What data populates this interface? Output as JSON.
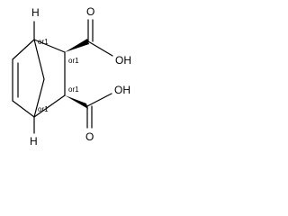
{
  "molecule": {
    "atoms": {
      "h_top": "H",
      "h_bottom": "H",
      "oh_top": "OH",
      "oh_bottom": "OH",
      "o_top": "O",
      "o_bottom": "O"
    },
    "stereo_labels": [
      "or1",
      "or1",
      "or1",
      "or1"
    ]
  }
}
